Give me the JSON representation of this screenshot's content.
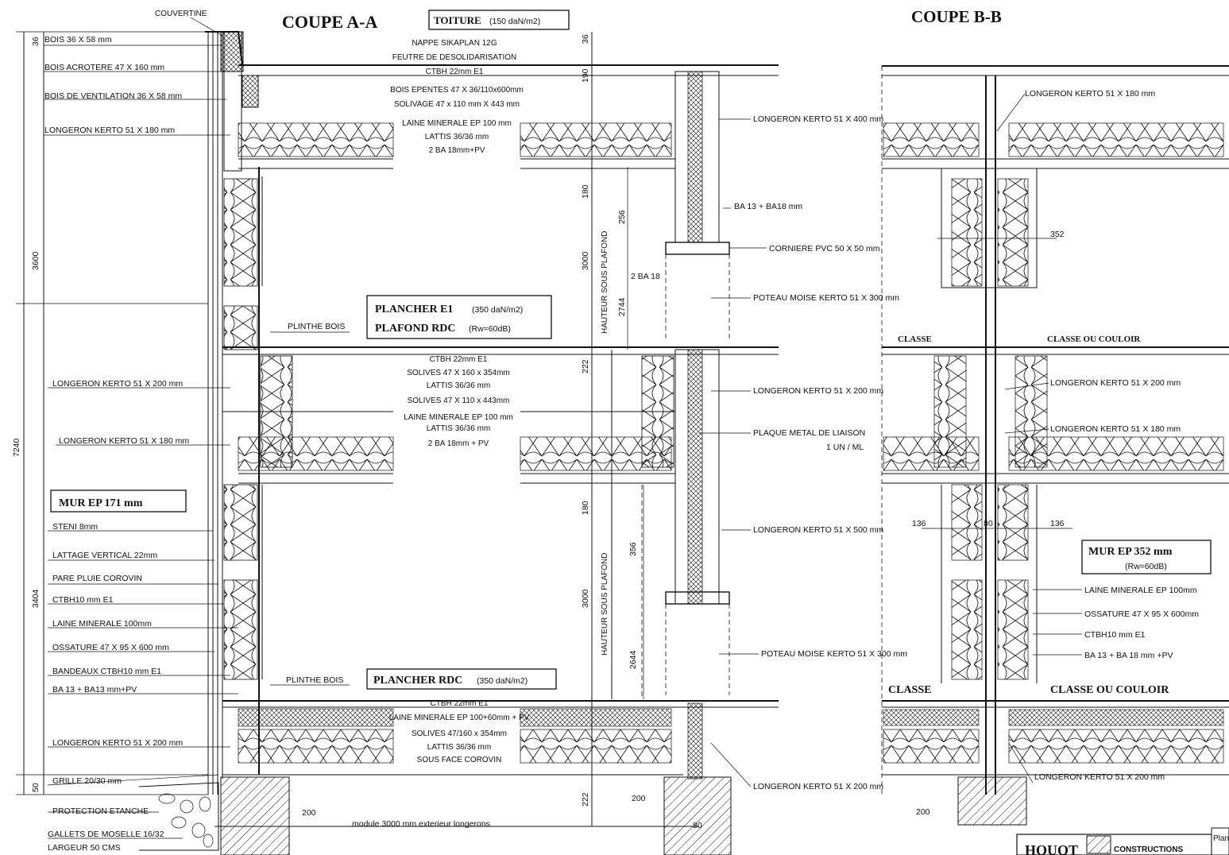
{
  "titles": {
    "coupe_aa": "COUPE A-A",
    "coupe_bb": "COUPE B-B",
    "toiture": "TOITURE",
    "toiture_load": "(150 daN/m2)",
    "plancher_e1": "PLANCHER E1",
    "plancher_e1_load": "(350 daN/m2)",
    "plafond_rdc": "PLAFOND RDC",
    "plafond_rdc_rw": "(Rw=60dB)",
    "plancher_rdc": "PLANCHER RDC",
    "plancher_rdc_load": "(350 daN/m2)",
    "mur_171": "MUR EP 171 mm",
    "mur_352": "MUR EP 352 mm",
    "mur_352_rw": "(Rw=60dB)"
  },
  "left_labels": [
    "COUVERTINE",
    "BOIS 36 X 58 mm",
    "BOIS ACROTERE 47 X 160 mm",
    "BOIS DE VENTILATION 36 X 58 mm",
    "LONGERON KERTO 51 X 180 mm",
    "PLINTHE BOIS",
    "LONGERON KERTO 51 X 200 mm",
    "LONGERON KERTO 51 X 180 mm",
    "STENI 8mm",
    "LATTAGE VERTICAL 22mm",
    "PARE PLUIE COROVIN",
    "CTBH10 mm E1",
    "LAINE MINERALE 100mm",
    "OSSATURE 47 X 95 X 600 mm",
    "BANDEAUX CTBH10 mm E1",
    "BA 13 + BA13 mm+PV",
    "PLINTHE BOIS",
    "LONGERON KERTO 51 X 200 mm",
    "GRILLE 20/30 mm",
    "PROTECTION ETANCHE",
    "GALLETS DE MOSELLE 16/32",
    "LARGEUR 50 CMS"
  ],
  "roof_stack": [
    "NAPPE SIKAPLAN 12G",
    "FEUTRE DE DESOLIDARISATION",
    "CTBH 22mm E1",
    "BOIS EPENTES 47 X 36/110x600mm",
    "SOLIVAGE 47 x 110 mm X 443 mm",
    "LAINE MINERALE EP 100 mm",
    "LATTIS 36/36 mm",
    "2 BA 18mm+PV"
  ],
  "floor_e1_stack": [
    "CTBH 22mm E1",
    "SOLIVES 47 X 160 x 354mm",
    "LATTIS 36/36 mm",
    "SOLIVES 47 X 110 x 443mm",
    "LAINE MINERALE EP 100 mm",
    "LATTIS 36/36 mm",
    "2 BA 18mm + PV"
  ],
  "floor_rdc_stack": [
    "CTBH 22mm E1",
    "LAINE MINERALE EP 100+60mm + PV",
    "SOLIVES 47/160 x 354mm",
    "LATTIS 36/36 mm",
    "SOUS FACE COROVIN"
  ],
  "middle_labels": [
    "LONGERON KERTO 51 X 400 mm",
    "BA 13 + BA18 mm",
    "CORNIERE PVC 50 X 50 mm",
    "2 BA 18",
    "POTEAU MOISE KERTO 51 X 300 mm",
    "LONGERON KERTO 51 X 200 mm",
    "PLAQUE METAL DE LIAISON",
    "1 UN / ML",
    "LONGERON KERTO 51 X 500 mm",
    "POTEAU MOISE KERTO 51 X 300 mm",
    "LONGERON KERTO 51 X 200 mm",
    "HAUTEUR SOUS PLAFOND",
    "HAUTEUR SOUS PLAFOND",
    "module 3000 mm exterieur longerons"
  ],
  "right_labels": [
    "LONGERON KERTO 51 X 180 mm",
    "CLASSE",
    "CLASSE OU COULOIR",
    "LONGERON KERTO 51 X 200 mm",
    "LONGERON KERTO 51 X 180 mm",
    "LAINE MINERALE EP 100mm",
    "OSSATURE 47 X 95 X 600mm",
    "CTBH10 mm E1",
    "BA 13 + BA 18 mm +PV",
    "CLASSE",
    "CLASSE OU COULOIR",
    "LONGERON KERTO 51 X 200 mm"
  ],
  "dimensions": {
    "total": "7240",
    "upper": "3600",
    "lower": "3404",
    "top_36": "36",
    "bottom_50": "50",
    "roof_36": "36",
    "roof_190": "190",
    "d180a": "180",
    "d256": "256",
    "d3000a": "3000",
    "d2744": "2744",
    "d222a": "222",
    "d180b": "180",
    "d356": "356",
    "d3000b": "3000",
    "d2644": "2644",
    "d222b": "222",
    "d200a": "200",
    "d200b": "200",
    "d80": "80",
    "d352": "352",
    "d136a": "136",
    "d80b": "80",
    "d136b": "136",
    "d200c": "200"
  },
  "title_block": {
    "name": "HOUOT",
    "sub": "CONSTRUCTIONS",
    "corner": "Plan"
  }
}
